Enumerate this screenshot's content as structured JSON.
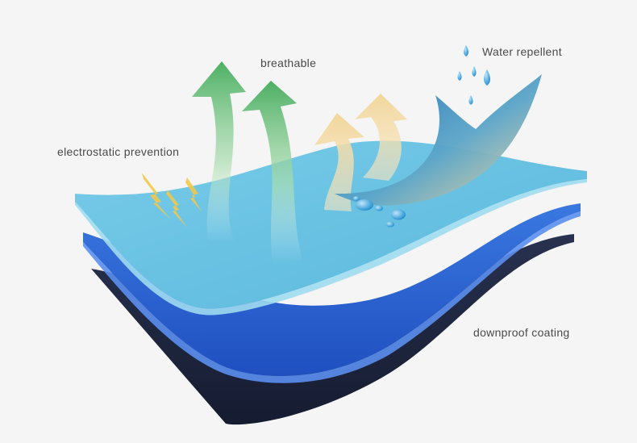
{
  "labels": {
    "breathable": "breathable",
    "water_repellent": "Water repellent",
    "electrostatic_prevention": "electrostatic prevention",
    "downproof_coating": "downproof coating"
  },
  "colors": {
    "background": "#f5f5f5",
    "top_layer": "#6cc3e2",
    "middle_layer": "#2f66d6",
    "bottom_layer": "#1c2540",
    "breathable_arrow": "#4caf63",
    "heat_arrow": "#f0d59a",
    "water_drop": "#1e8fd0",
    "lightning": "#f2c94c"
  },
  "icons": [
    "breathable-arrow-icon",
    "heat-arrow-icon",
    "water-repellent-wave-icon",
    "water-drop-icon",
    "lightning-icon"
  ]
}
